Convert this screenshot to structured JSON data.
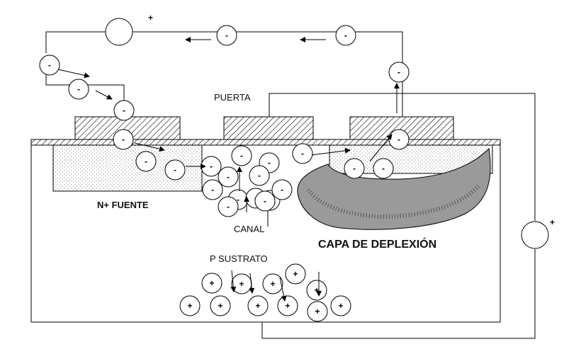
{
  "labels": {
    "puerta": "PUERTA",
    "fuente": "N+ FUENTE",
    "canal": "CANAL",
    "deplexion": "CAPA DE DEPLEXIÓN",
    "sustrato": "P  SUSTRATO"
  },
  "symbols": {
    "electron": "-",
    "hole": "+",
    "battery_top_polarity": "+",
    "battery_right_polarity": "+"
  }
}
